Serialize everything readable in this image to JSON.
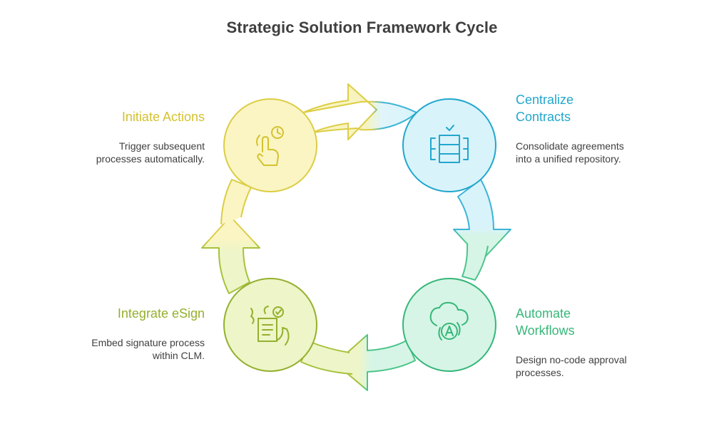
{
  "title": "Strategic Solution Framework Cycle",
  "steps": [
    {
      "heading": "Initiate Actions",
      "description": "Trigger subsequent processes automatically.",
      "icon": "touch-timer-icon",
      "color": "#d4c230"
    },
    {
      "heading": "Centralize Contracts",
      "description": "Consolidate agreements into a unified repository.",
      "icon": "server-rack-icon",
      "color": "#22a7cd"
    },
    {
      "heading": "Automate Workflows",
      "description": "Design no-code approval processes.",
      "icon": "cloud-automation-icon",
      "color": "#36b779"
    },
    {
      "heading": "Integrate eSign",
      "description": "Embed signature process within CLM.",
      "icon": "document-signature-icon",
      "color": "#93b02d"
    }
  ]
}
